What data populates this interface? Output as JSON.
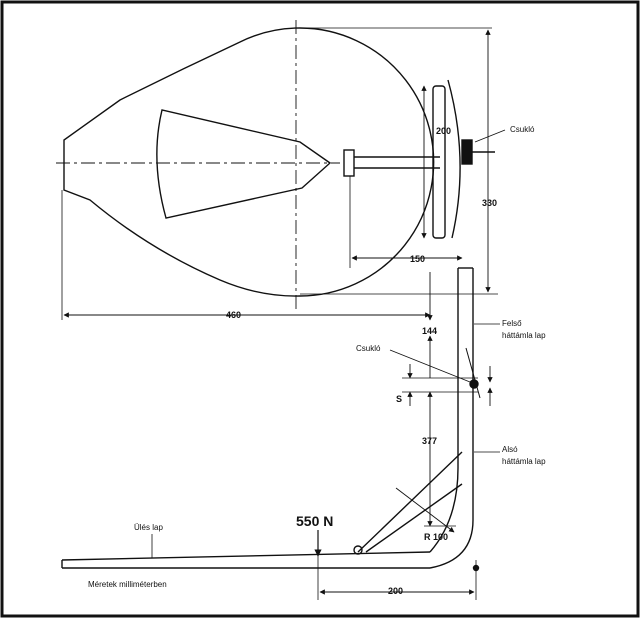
{
  "labels": {
    "hinge_top": "Csukló",
    "hinge_side": "Csukló",
    "upper_backrest": "Felső\nháttámla lap",
    "lower_backrest": "Alsó\nháttámla lap",
    "seat": "Ülés lap",
    "units_note": "Méretek milliméterben",
    "load": "550 N"
  },
  "dimensions": {
    "d200_top": "200",
    "d330": "330",
    "d150": "150",
    "d460": "460",
    "d144": "144",
    "ds": "S",
    "d377": "377",
    "r100": "R 100",
    "d200_bottom": "200"
  }
}
